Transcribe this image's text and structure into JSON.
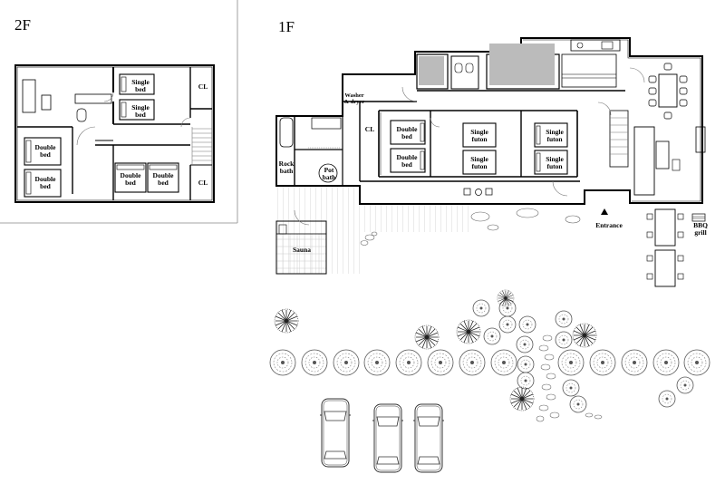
{
  "floors": {
    "second": {
      "label": "2F",
      "rooms": {
        "single_bed_1": "Single\nbed",
        "single_bed_2": "Single\nbed",
        "cl_top": "CL",
        "double_bed_left_1": "Double\nbed",
        "double_bed_left_2": "Double\nbed",
        "double_bed_mid_1": "Double\nbed",
        "double_bed_mid_2": "Double\nbed",
        "cl_bottom": "CL"
      }
    },
    "first": {
      "label": "1F",
      "rooms": {
        "washer": "Washer\n& dryer",
        "cl": "CL",
        "double_bed_1": "Double\nbed",
        "double_bed_2": "Double\nbed",
        "single_futon_1": "Single\nfuton",
        "single_futon_2": "Single\nfuton",
        "single_futon_3": "Single\nfuton",
        "single_futon_4": "Single\nfuton",
        "rock_bath": "Rock\nbath",
        "pot_bath": "Pot\nbath",
        "sauna": "Sauna",
        "entrance": "Entrance",
        "bbq": "BBQ\ngrill"
      }
    }
  },
  "landscape": {
    "trees": "tree row",
    "cars": 3
  }
}
